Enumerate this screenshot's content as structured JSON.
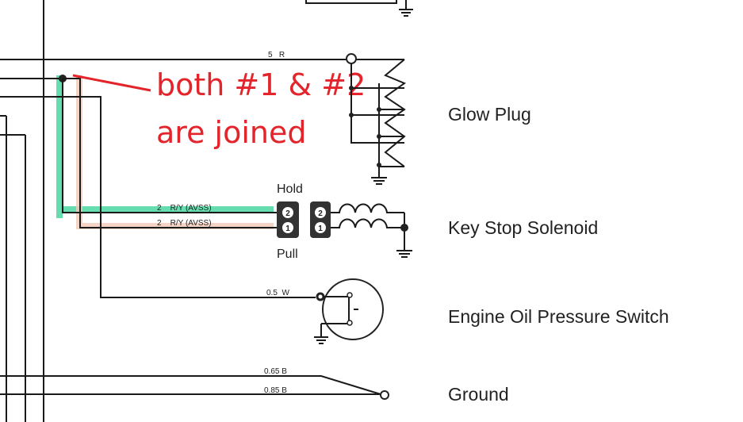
{
  "annotation": {
    "line1": "both #1 & #2",
    "line2": "are joined",
    "color": "#e3242b"
  },
  "components": {
    "glow_plug": "Glow Plug",
    "key_stop_solenoid": "Key Stop Solenoid",
    "engine_oil_pressure_switch": "Engine Oil Pressure Switch",
    "ground": "Ground"
  },
  "solenoid": {
    "hold": "Hold",
    "pull": "Pull",
    "pin2": "2",
    "pin1": "1"
  },
  "wires": {
    "glow_feed": "5   R",
    "hold_wire": "2    R/Y (AVSS)",
    "pull_wire": "2    R/Y (AVSS)",
    "oil_switch_wire": "0.5  W",
    "ground_wire_1": "0.65 B",
    "ground_wire_2": "0.85 B"
  },
  "highlights": {
    "hold_path": "#3fd49a",
    "pull_path": "#f2c9b8"
  }
}
